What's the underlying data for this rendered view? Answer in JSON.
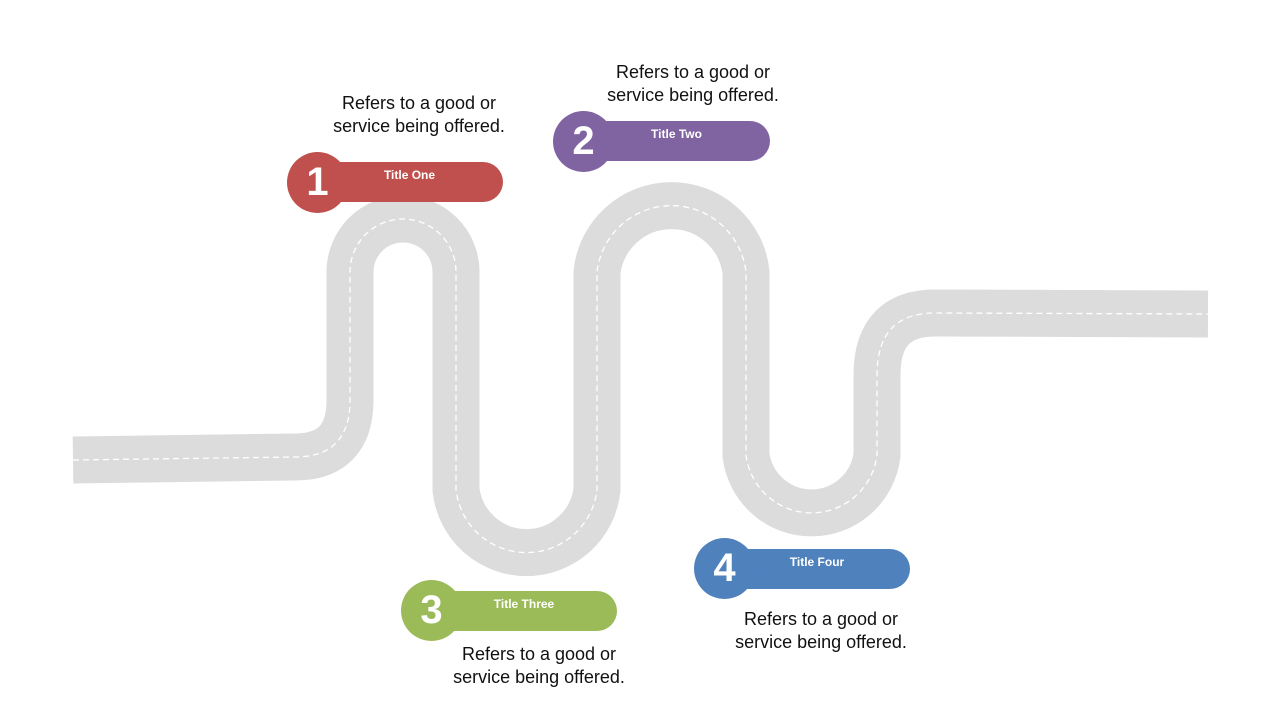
{
  "colors": {
    "road": "#dcdcdc",
    "road_dash": "#ffffff",
    "step1": "#c0504d",
    "step2": "#8064a2",
    "step3": "#9bbb59",
    "step4": "#4f81bd"
  },
  "steps": [
    {
      "number": "1",
      "title": "Title One",
      "line1": "Refers to a good or",
      "line2": "service being offered."
    },
    {
      "number": "2",
      "title": "Title Two",
      "line1": "Refers to a good or",
      "line2": "service being offered."
    },
    {
      "number": "3",
      "title": "Title Three",
      "line1": "Refers to a good or",
      "line2": "service being offered."
    },
    {
      "number": "4",
      "title": "Title Four",
      "line1": "Refers to a good or",
      "line2": "service being offered."
    }
  ]
}
